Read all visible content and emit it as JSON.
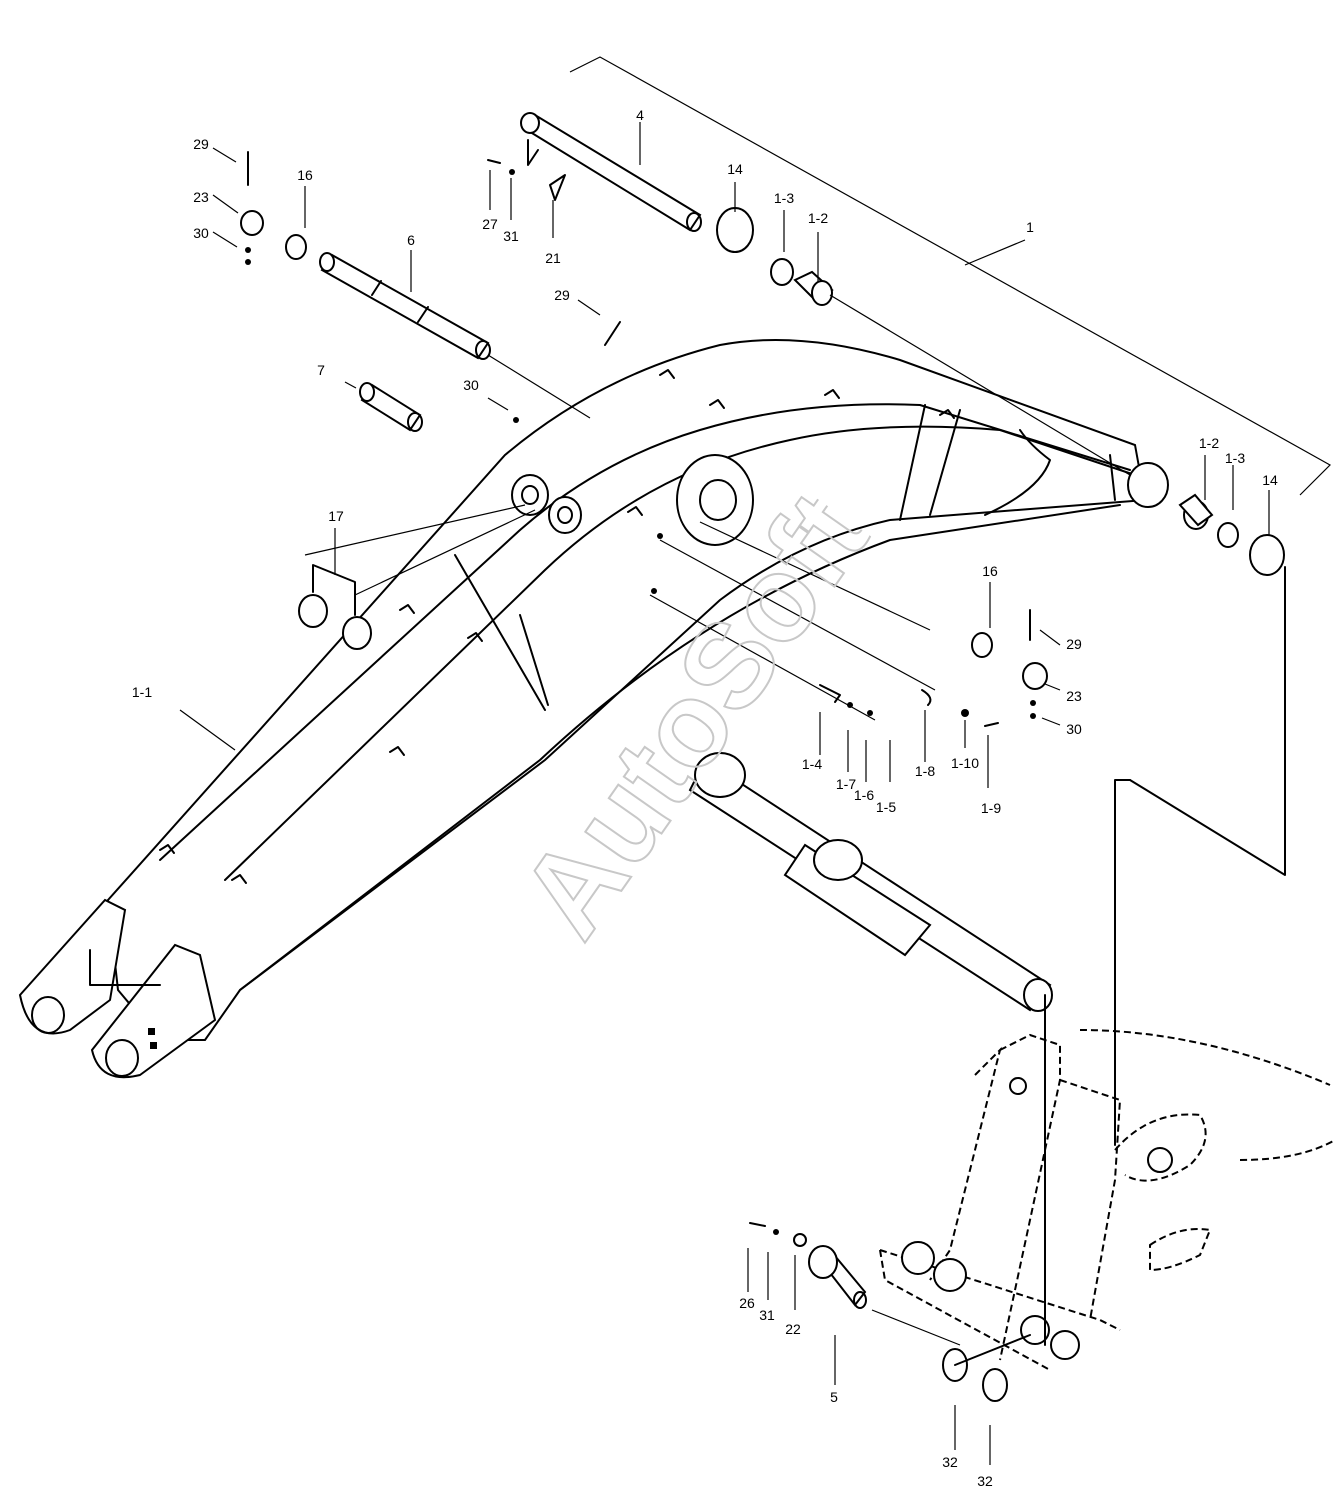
{
  "watermark": "AutoSoft",
  "callouts": [
    {
      "id": "c-29a",
      "label": "29"
    },
    {
      "id": "c-23a",
      "label": "23"
    },
    {
      "id": "c-30a",
      "label": "30"
    },
    {
      "id": "c-16a",
      "label": "16"
    },
    {
      "id": "c-6",
      "label": "6"
    },
    {
      "id": "c-7",
      "label": "7"
    },
    {
      "id": "c-30b",
      "label": "30"
    },
    {
      "id": "c-29b",
      "label": "29"
    },
    {
      "id": "c-4",
      "label": "4"
    },
    {
      "id": "c-27",
      "label": "27"
    },
    {
      "id": "c-31a",
      "label": "31"
    },
    {
      "id": "c-21",
      "label": "21"
    },
    {
      "id": "c-14a",
      "label": "14"
    },
    {
      "id": "c-1-3a",
      "label": "1-3"
    },
    {
      "id": "c-1-2a",
      "label": "1-2"
    },
    {
      "id": "c-1",
      "label": "1"
    },
    {
      "id": "c-1-2b",
      "label": "1-2"
    },
    {
      "id": "c-1-3b",
      "label": "1-3"
    },
    {
      "id": "c-14b",
      "label": "14"
    },
    {
      "id": "c-17",
      "label": "17"
    },
    {
      "id": "c-1-1",
      "label": "1-1"
    },
    {
      "id": "c-16b",
      "label": "16"
    },
    {
      "id": "c-29c",
      "label": "29"
    },
    {
      "id": "c-23b",
      "label": "23"
    },
    {
      "id": "c-30c",
      "label": "30"
    },
    {
      "id": "c-1-4",
      "label": "1-4"
    },
    {
      "id": "c-1-7",
      "label": "1-7"
    },
    {
      "id": "c-1-6",
      "label": "1-6"
    },
    {
      "id": "c-1-5",
      "label": "1-5"
    },
    {
      "id": "c-1-8",
      "label": "1-8"
    },
    {
      "id": "c-1-10",
      "label": "1-10"
    },
    {
      "id": "c-1-9",
      "label": "1-9"
    },
    {
      "id": "c-26",
      "label": "26"
    },
    {
      "id": "c-31b",
      "label": "31"
    },
    {
      "id": "c-22",
      "label": "22"
    },
    {
      "id": "c-5",
      "label": "5"
    },
    {
      "id": "c-32a",
      "label": "32"
    },
    {
      "id": "c-32b",
      "label": "32"
    }
  ]
}
